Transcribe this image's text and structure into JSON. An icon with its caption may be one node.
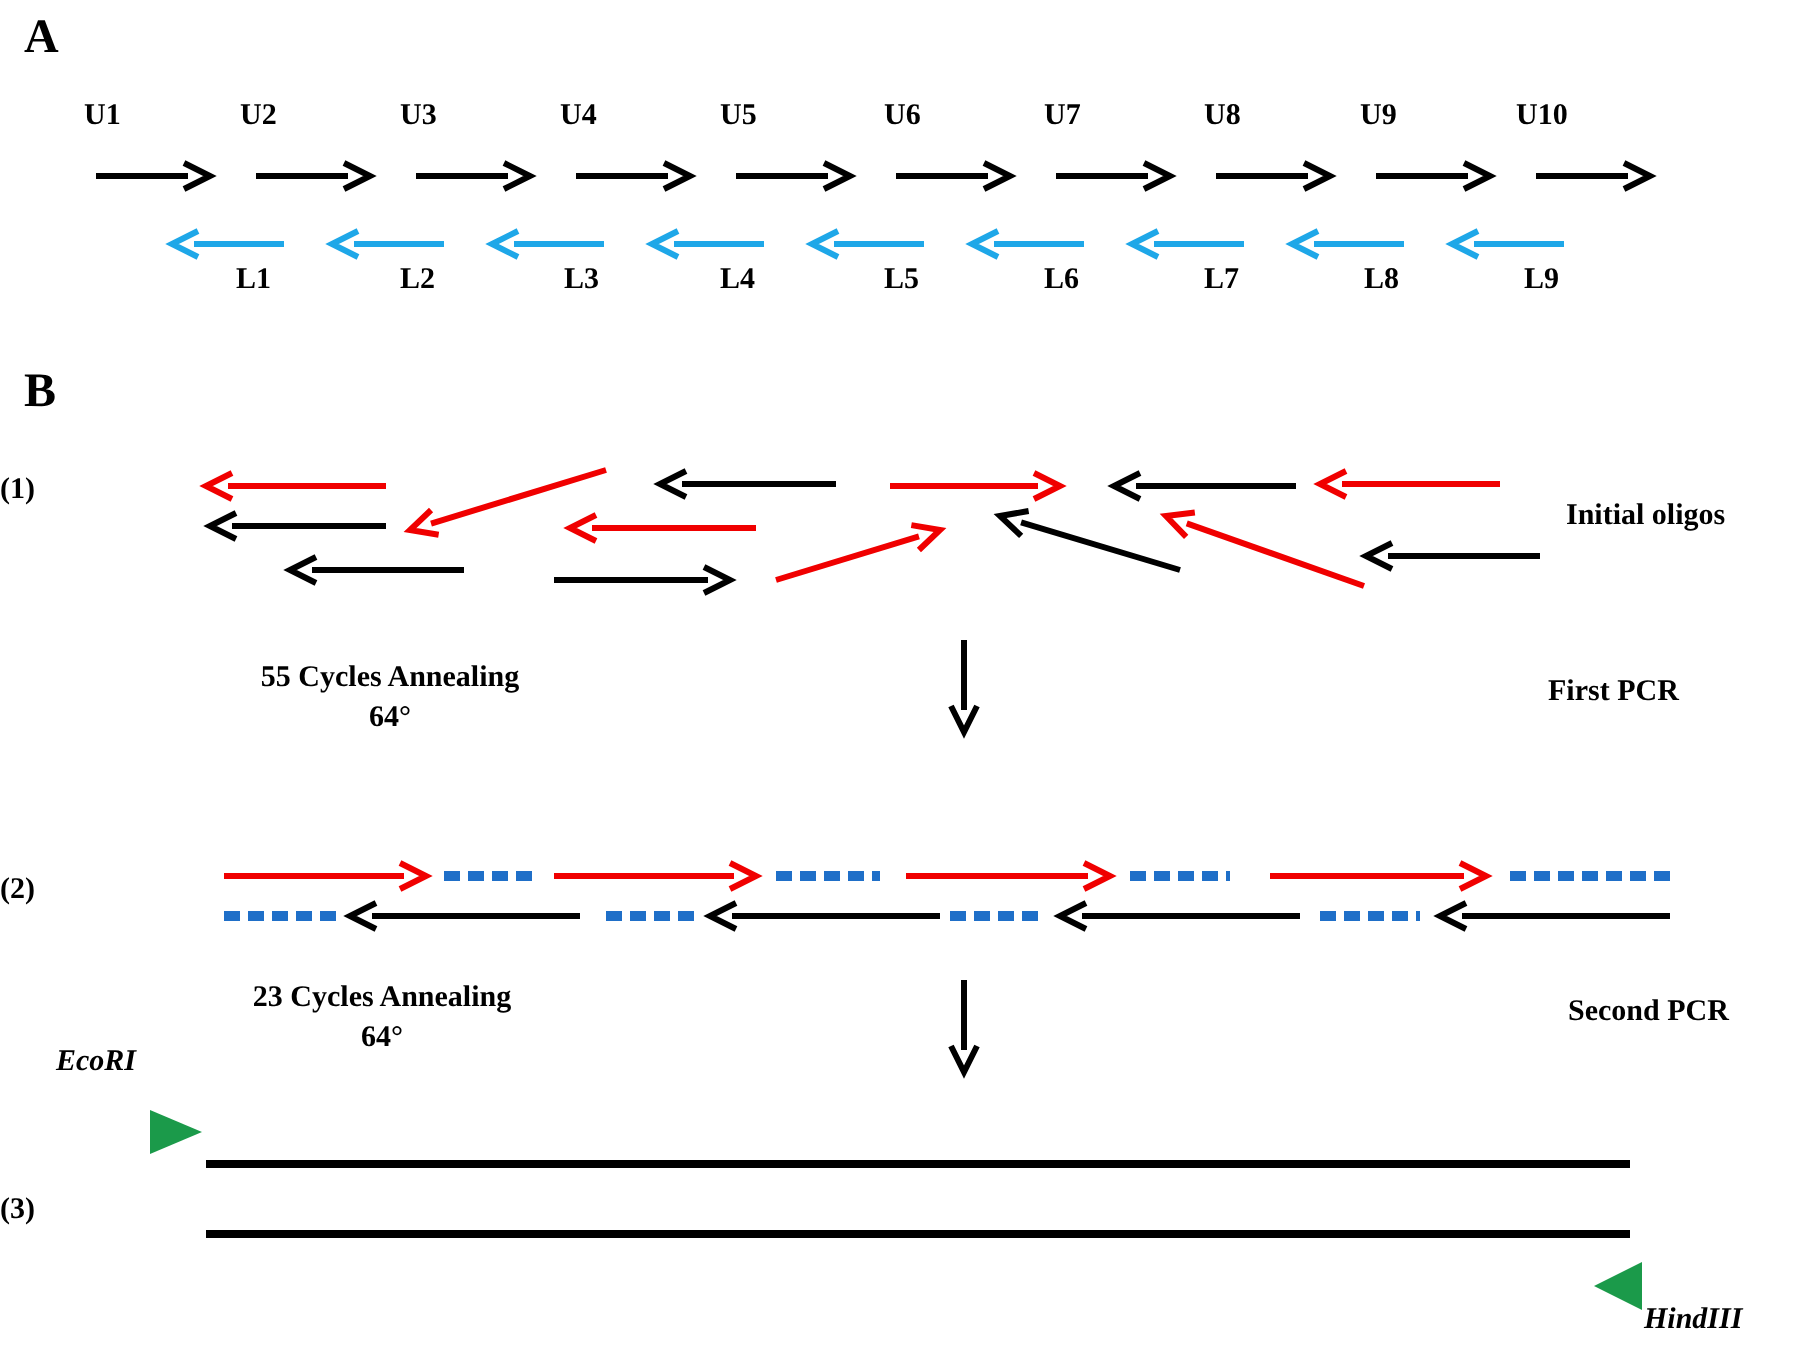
{
  "diagram": {
    "labels": [
      "A",
      "U1",
      "U2",
      "U3",
      "U4",
      "U5",
      "U6",
      "U7",
      "U8",
      "U9",
      "U10",
      "L1",
      "L2",
      "L3",
      "L4",
      "L5",
      "L6",
      "L7",
      "L8",
      "L9",
      "B",
      "(1)",
      "Initial oligos",
      "55 Cycles Annealing 64°",
      "First PCR",
      "(2)",
      "23 Cycles Annealing 64°",
      "Second PCR",
      "EcoRI",
      "(3)",
      "HindIII"
    ]
  }
}
